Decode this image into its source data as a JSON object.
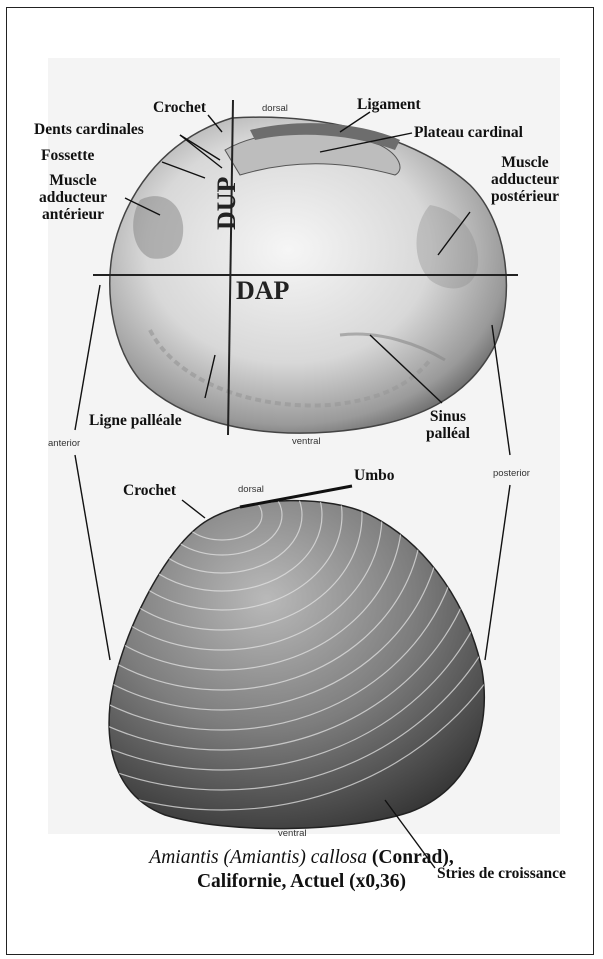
{
  "labels": {
    "crochet_top": "Crochet",
    "dorsal_top": "dorsal",
    "ligament": "Ligament",
    "dents_cardinales": "Dents cardinales",
    "plateau_cardinal": "Plateau cardinal",
    "fossette": "Fossette",
    "muscle_anterieur": "Muscle\nadducteur\nantérieur",
    "muscle_posterieur": "Muscle\nadducteur\npostérieur",
    "dup": "DUP",
    "dap": "DAP",
    "ligne_palleale": "Ligne palléale",
    "ventral_top": "ventral",
    "sinus_palleal": "Sinus\npalléal",
    "anterior": "anterior",
    "posterior": "posterior",
    "crochet_bottom": "Crochet",
    "dorsal_bottom": "dorsal",
    "umbo": "Umbo",
    "ventral_bottom": "ventral",
    "stries": "Stries de croissance"
  },
  "caption": {
    "species": "Amiantis (Amiantis) callosa",
    "author": "(Conrad),",
    "line2": "Californie, Actuel (x0,36)"
  }
}
